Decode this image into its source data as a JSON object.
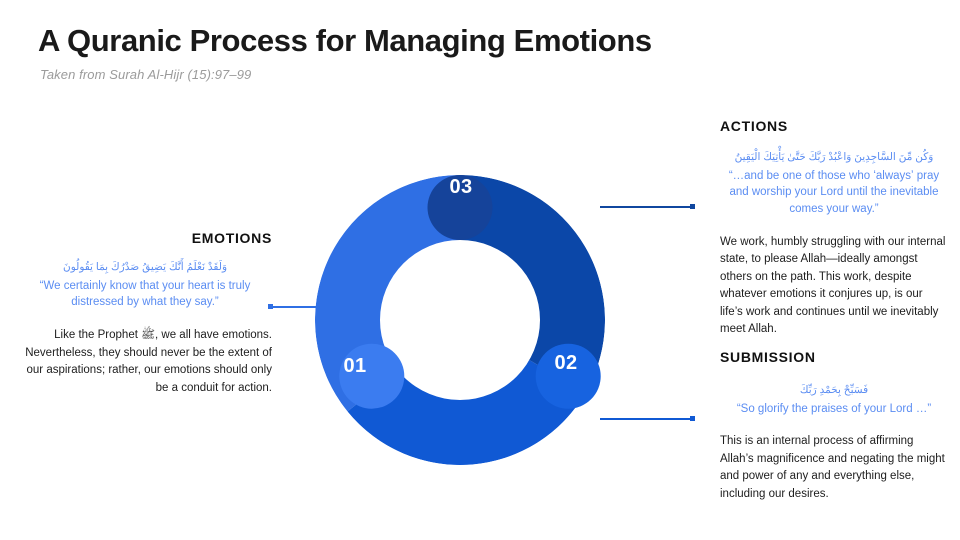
{
  "header": {
    "title": "A Quranic Process for Managing Emotions",
    "subtitle": "Taken from Surah Al-Hijr (15):97–99"
  },
  "chart_data": {
    "type": "pie",
    "variant": "donut",
    "title": "A Quranic Process for Managing Emotions",
    "legend_position": "sides",
    "center": [
      460,
      320
    ],
    "outer_radius": 145,
    "inner_radius": 80,
    "categories": [
      "01",
      "02",
      "03"
    ],
    "values": [
      33.34,
      33.33,
      33.33
    ],
    "labels": [
      "01",
      "02",
      "03"
    ],
    "segments": [
      {
        "id": "01",
        "label": "01",
        "name": "EMOTIONS",
        "value": 33.34,
        "start_angle": 240,
        "end_angle": 360,
        "color": "#2f6fe4",
        "cap_color": "#3b7cf0",
        "label_x": 375,
        "label_y": 366
      },
      {
        "id": "02",
        "label": "02",
        "name": "SUBMISSION",
        "value": 33.33,
        "start_angle": 120,
        "end_angle": 240,
        "color": "#1059d4",
        "cap_color": "#1763e0",
        "label_x": 586,
        "label_y": 363
      },
      {
        "id": "03",
        "label": "03",
        "name": "ACTIONS",
        "value": 33.33,
        "start_angle": 0,
        "end_angle": 120,
        "color": "#0b47a8",
        "cap_color": "#15439a",
        "label_x": 481,
        "label_y": 187
      }
    ]
  },
  "blocks": {
    "emotions": {
      "heading": "EMOTIONS",
      "quote_arabic": "وَلَقَدْ نَعْلَمُ أَنَّكَ يَضِيقُ صَدْرُكَ بِمَا يَقُولُونَ",
      "quote_translation": "“We certainly know that your heart is truly distressed by what they say.”",
      "body": "Like the Prophet ﷺ, we all have emotions. Nevertheless, they should never be the extent of our aspirations; rather, our emotions should only be a conduit for action."
    },
    "actions": {
      "heading": "ACTIONS",
      "quote_arabic": "وَكُن مِّنَ السَّاجِدِينَ وَاعْبُدْ رَبَّكَ حَتَّىٰ يَأْتِيَكَ الْيَقِينُ",
      "quote_translation": "“…and be one of those who ʻalwaysʼ pray and worship your Lord until the inevitable comes your way.”",
      "body": "We work, humbly struggling with our internal state, to please Allah—ideally amongst others on the path. This work, despite whatever emotions it conjures up, is our life’s work and continues until we inevitably meet Allah."
    },
    "submission": {
      "heading": "SUBMISSION",
      "quote_arabic": "فَسَبِّحْ بِحَمْدِ رَبِّكَ",
      "quote_translation": "“So glorify the praises of your Lord …”",
      "body": "This is an internal process of affirming Allah’s magnificence and negating the might and power of any and everything else, including our desires."
    }
  },
  "colors": {
    "segment_01": "#2f6fe4",
    "segment_02": "#1059d4",
    "segment_03": "#0b47a8",
    "quote_text": "#5b8df2",
    "heading_text": "#111111",
    "subtitle_text": "#9b9b9b",
    "background": "#ffffff"
  }
}
